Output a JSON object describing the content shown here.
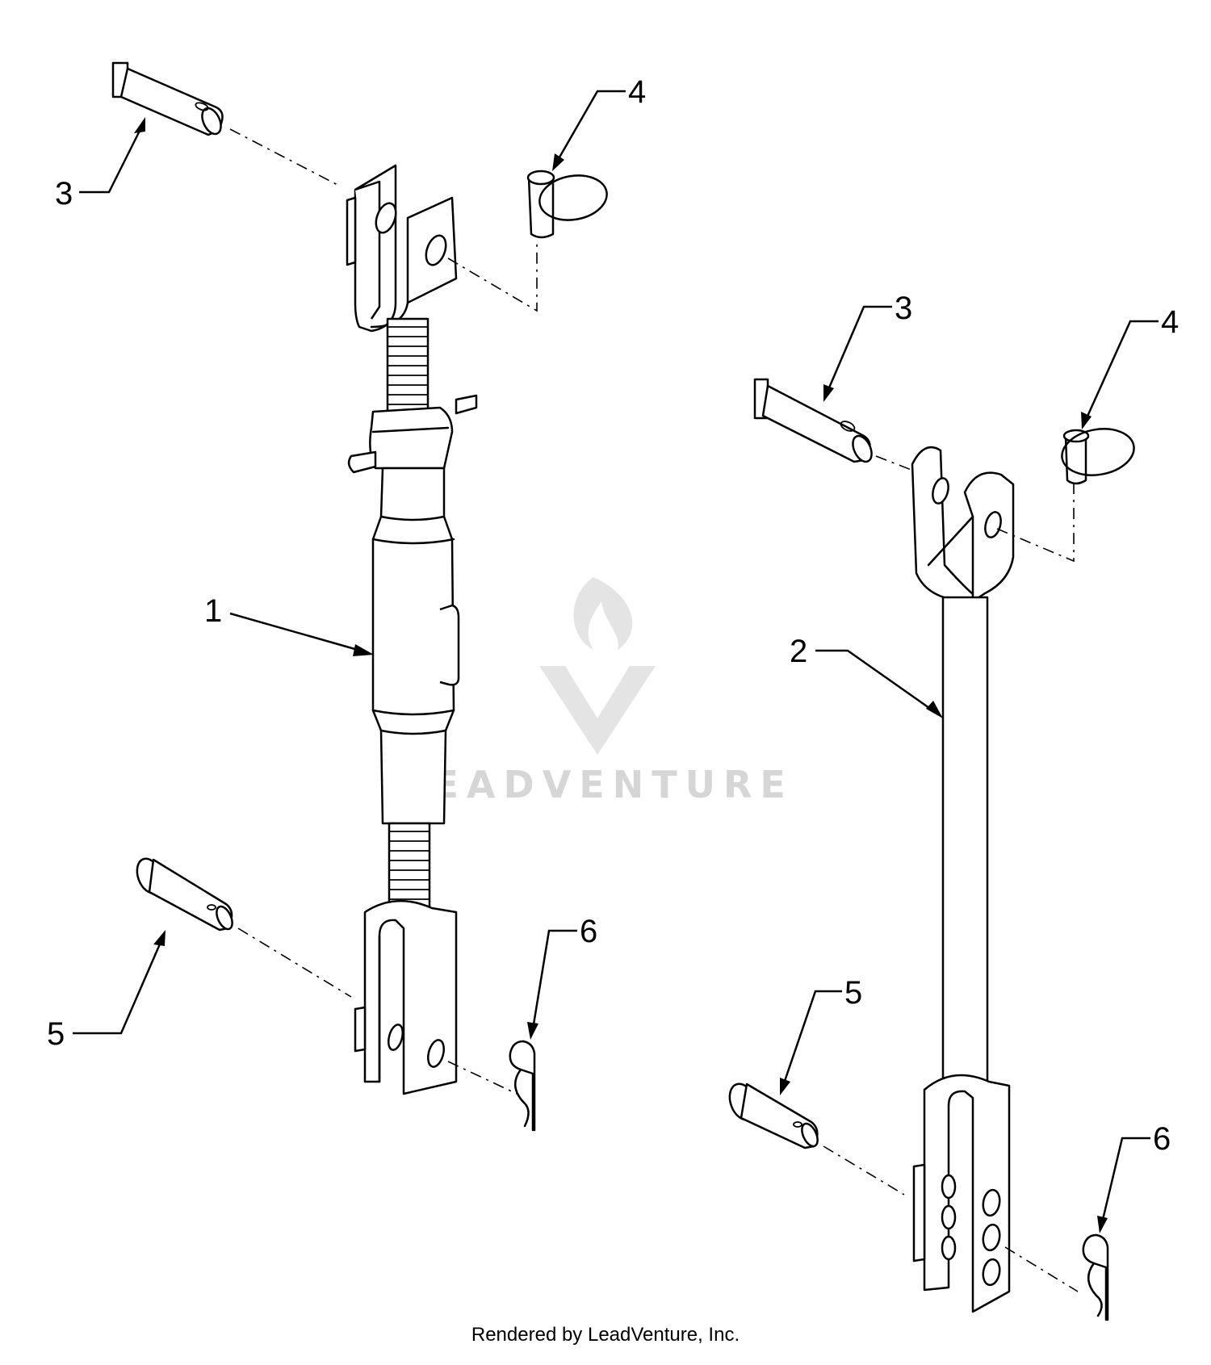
{
  "callouts": {
    "c1": "1",
    "c2": "2",
    "c3a": "3",
    "c3b": "3",
    "c4a": "4",
    "c4b": "4",
    "c5a": "5",
    "c5b": "5",
    "c6a": "6",
    "c6b": "6"
  },
  "watermark": {
    "text": "LEADVENTURE",
    "logo_icon": "flame-v-logo"
  },
  "footer": {
    "text": "Rendered by LeadVenture, Inc."
  }
}
